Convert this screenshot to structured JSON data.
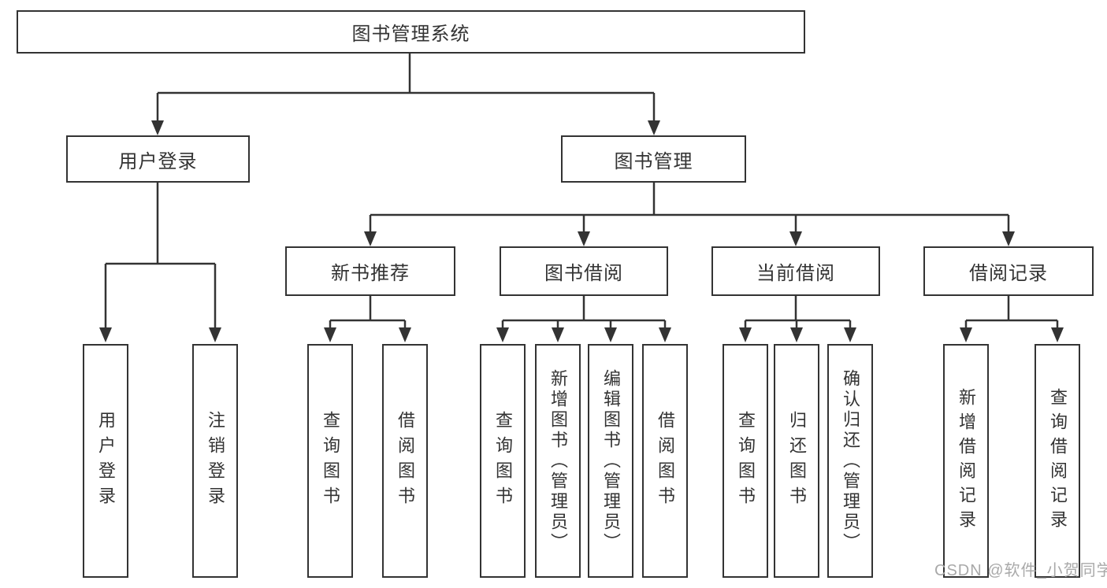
{
  "colors": {
    "background": "#ffffff",
    "line": "#333333",
    "box_border": "#333333",
    "text": "#333333",
    "watermark_text": "#a9a9a9"
  },
  "watermark": {
    "text": "CSDN @软件_小贺同学"
  },
  "tree": {
    "label": "图书管理系统",
    "children": [
      {
        "label": "用户登录",
        "children": [
          {
            "label": "用户登录"
          },
          {
            "label": "注销登录"
          }
        ]
      },
      {
        "label": "图书管理",
        "children": [
          {
            "label": "新书推荐",
            "children": [
              {
                "label": "查询图书"
              },
              {
                "label": "借阅图书"
              }
            ]
          },
          {
            "label": "图书借阅",
            "children": [
              {
                "label": "查询图书"
              },
              {
                "label": "新增图书（管理员）"
              },
              {
                "label": "编辑图书（管理员）"
              },
              {
                "label": "借阅图书"
              }
            ]
          },
          {
            "label": "当前借阅",
            "children": [
              {
                "label": "查询图书"
              },
              {
                "label": "归还图书"
              },
              {
                "label": "确认归还（管理员）"
              }
            ]
          },
          {
            "label": "借阅记录",
            "children": [
              {
                "label": "新增借阅记录"
              },
              {
                "label": "查询借阅记录"
              }
            ]
          }
        ]
      }
    ]
  }
}
